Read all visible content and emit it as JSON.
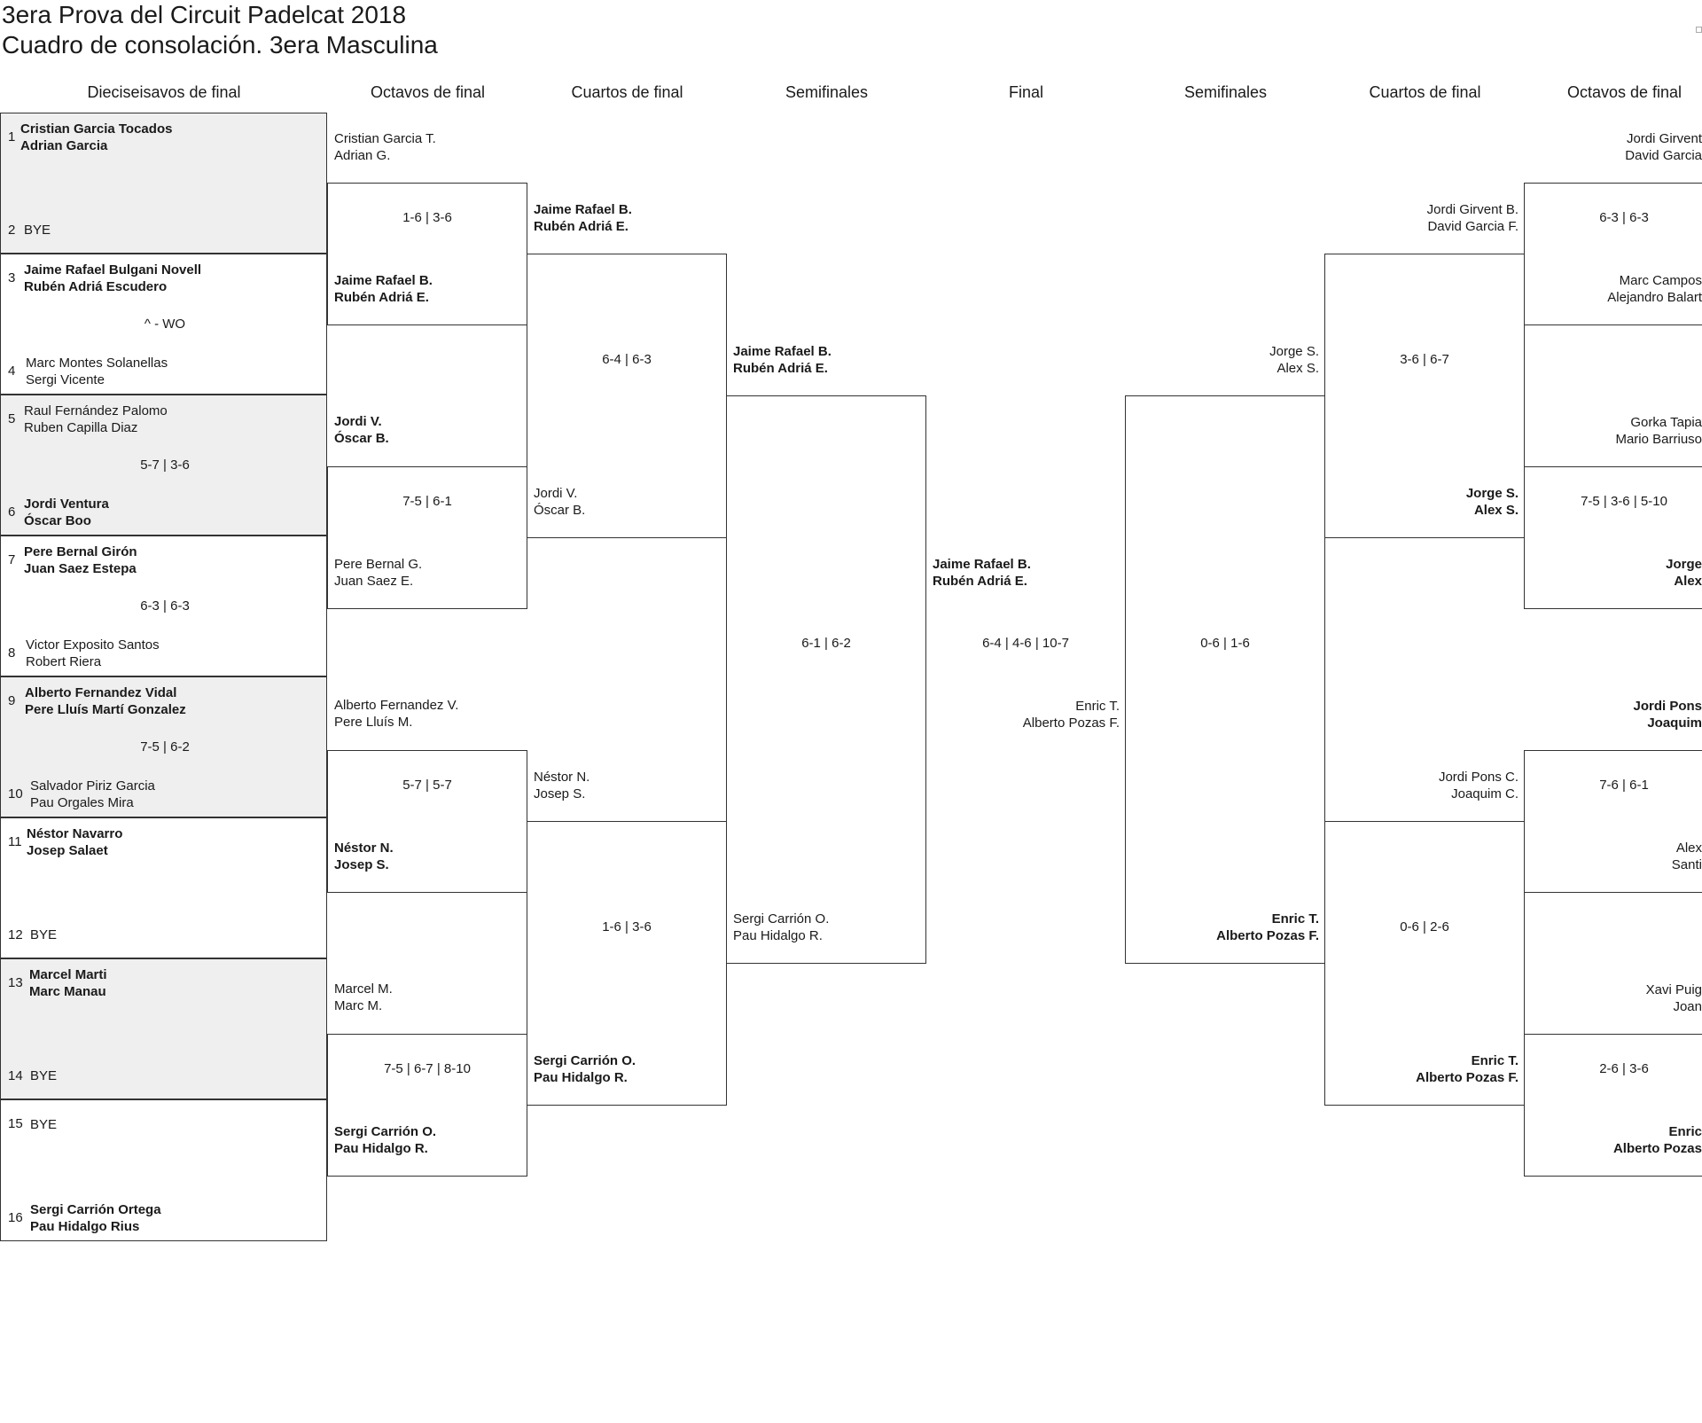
{
  "header": {
    "title": "3era Prova del Circuit Padelcat 2018",
    "subtitle": "Cuadro de consolación. 3era Masculina"
  },
  "columns": [
    "Dieciseisavos de final",
    "Octavos de final",
    "Cuartos de final",
    "Semifinales",
    "Final",
    "Semifinales",
    "Cuartos de final",
    "Octavos de final"
  ],
  "round1": [
    {
      "seedA": "1",
      "a1": "Cristian Garcia Tocados",
      "a2": "Adrian Garcia",
      "seedB": "2",
      "b1": "BYE",
      "b2": "",
      "score": ""
    },
    {
      "seedA": "3",
      "a1": "Jaime Rafael Bulgani Novell",
      "a2": "Rubén Adriá Escudero",
      "seedB": "4",
      "b1": "Marc Montes Solanellas",
      "b2": "Sergi Vicente",
      "score": "^ - WO"
    },
    {
      "seedA": "5",
      "a1": "Raul Fernández Palomo",
      "a2": "Ruben Capilla Diaz",
      "seedB": "6",
      "b1": "Jordi Ventura",
      "b2": "Óscar Boo",
      "score": "5-7 | 3-6"
    },
    {
      "seedA": "7",
      "a1": "Pere Bernal Girón",
      "a2": "Juan Saez Estepa",
      "seedB": "8",
      "b1": "Victor Exposito Santos",
      "b2": "Robert Riera",
      "score": "6-3 | 6-3"
    },
    {
      "seedA": "9",
      "a1": "Alberto Fernandez Vidal",
      "a2": "Pere Lluís Martí Gonzalez",
      "seedB": "10",
      "b1": "Salvador Piriz Garcia",
      "b2": "Pau Orgales Mira",
      "score": "7-5 | 6-2"
    },
    {
      "seedA": "11",
      "a1": "Néstor Navarro",
      "a2": "Josep Salaet",
      "seedB": "12",
      "b1": "BYE",
      "b2": "",
      "score": ""
    },
    {
      "seedA": "13",
      "a1": "Marcel Marti",
      "a2": "Marc Manau",
      "seedB": "14",
      "b1": "BYE",
      "b2": "",
      "score": ""
    },
    {
      "seedA": "15",
      "a1": "BYE",
      "a2": "",
      "seedB": "16",
      "b1": "Sergi Carrión Ortega",
      "b2": "Pau Hidalgo Rius",
      "score": ""
    }
  ],
  "left_octavos": [
    {
      "a1": "Cristian Garcia T.",
      "a2": "Adrian G.",
      "b1": "Jaime Rafael B.",
      "b2": "Rubén Adriá E.",
      "score": "1-6 | 3-6"
    },
    {
      "a1": "Jordi V.",
      "a2": "Óscar B.",
      "b1": "Pere Bernal G.",
      "b2": "Juan Saez E.",
      "score": "7-5 | 6-1"
    },
    {
      "a1": "Alberto Fernandez V.",
      "a2": "Pere Lluís M.",
      "b1": "Néstor N.",
      "b2": "Josep S.",
      "score": "5-7 | 5-7"
    },
    {
      "a1": "Marcel M.",
      "a2": "Marc M.",
      "b1": "Sergi Carrión O.",
      "b2": "Pau Hidalgo R.",
      "score": "7-5 | 6-7 | 8-10"
    }
  ],
  "left_cuartos": [
    {
      "a1": "Jaime Rafael B.",
      "a2": "Rubén Adriá E.",
      "b1": "Jordi V.",
      "b2": "Óscar B.",
      "score": "6-4 | 6-3"
    },
    {
      "a1": "Néstor N.",
      "a2": "Josep S.",
      "b1": "Sergi Carrión O.",
      "b2": "Pau Hidalgo R.",
      "score": "1-6 | 3-6"
    }
  ],
  "left_semis": {
    "a1": "Jaime Rafael B.",
    "a2": "Rubén Adriá E.",
    "b1": "Sergi Carrión O.",
    "b2": "Pau Hidalgo R.",
    "score": "6-1 | 6-2"
  },
  "final": {
    "a1": "Jaime Rafael B.",
    "a2": "Rubén Adriá E.",
    "b1": "Enric T.",
    "b2": "Alberto Pozas F.",
    "score": "6-4 | 4-6 | 10-7"
  },
  "right_semis": {
    "a1": "Jorge S.",
    "a2": "Alex S.",
    "b1": "Enric T.",
    "b2": "Alberto Pozas F.",
    "score": "0-6 | 1-6"
  },
  "right_cuartos": [
    {
      "a1": "Jordi Girvent B.",
      "a2": "David Garcia F.",
      "b1": "Jorge S.",
      "b2": "Alex S.",
      "score": "3-6 | 6-7"
    },
    {
      "a1": "Jordi Pons C.",
      "a2": "Joaquim C.",
      "b1": "Enric T.",
      "b2": "Alberto Pozas F.",
      "score": "0-6 | 2-6"
    }
  ],
  "right_octavos": [
    {
      "a1": "Jordi Girvent",
      "a2": "David Garcia",
      "b1": "Marc Campos",
      "b2": "Alejandro Balart",
      "score": "6-3 | 6-3"
    },
    {
      "a1": "Gorka Tapia",
      "a2": "Mario Barriuso",
      "b1": "Jorge",
      "b2": "Alex",
      "score": "7-5 | 3-6 | 5-10"
    },
    {
      "a1": "Jordi Pons",
      "a2": "Joaquim",
      "b1": "Alex",
      "b2": "Santi",
      "score": "7-6 | 6-1"
    },
    {
      "a1": "Xavi Puig",
      "a2": "Joan",
      "b1": "Enric",
      "b2": "Alberto Pozas",
      "score": "2-6 | 3-6"
    }
  ]
}
